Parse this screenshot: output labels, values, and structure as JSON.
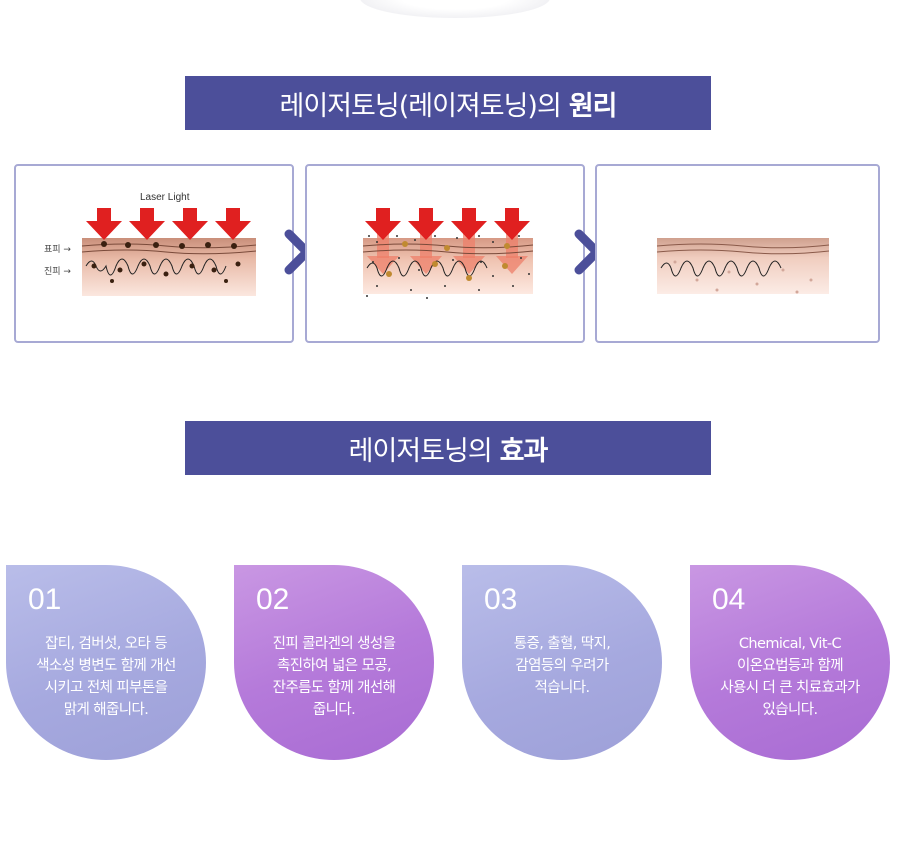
{
  "principle": {
    "title_main": "레이저토닝(레이져토닝)의",
    "title_bold": "원리"
  },
  "diagram": {
    "laser_label": "Laser Light",
    "epidermis_label": "표피 →",
    "dermis_label": "진피 →"
  },
  "effect": {
    "title_main": "레이저토닝의",
    "title_bold": "효과"
  },
  "effects": [
    {
      "number": "01",
      "text": "잡티, 검버섯, 오타 등\n색소성 병변도 함께 개선\n시키고 전체 피부톤을\n맑게 해줍니다."
    },
    {
      "number": "02",
      "text": "진피 콜라겐의 생성을\n촉진하여 넓은 모공,\n잔주름도 함께 개선해\n줍니다."
    },
    {
      "number": "03",
      "text": "통증, 출혈, 딱지,\n감염등의 우려가\n적습니다."
    },
    {
      "number": "04",
      "text": "Chemical, Vit-C\n이온요법등과 함께\n사용시 더 큰 치료효과가\n있습니다."
    }
  ],
  "colors": {
    "title_bar": "#4c4f9a",
    "panel_border": "#a7a9d4",
    "chevron": "#4c4f9a",
    "laser_arrow": "#e02020",
    "bubble_lavender": "#a6a9df",
    "bubble_purple": "#b57ada"
  },
  "icons": {
    "next": "chevron-right-icon",
    "laser": "down-arrow-icon"
  }
}
